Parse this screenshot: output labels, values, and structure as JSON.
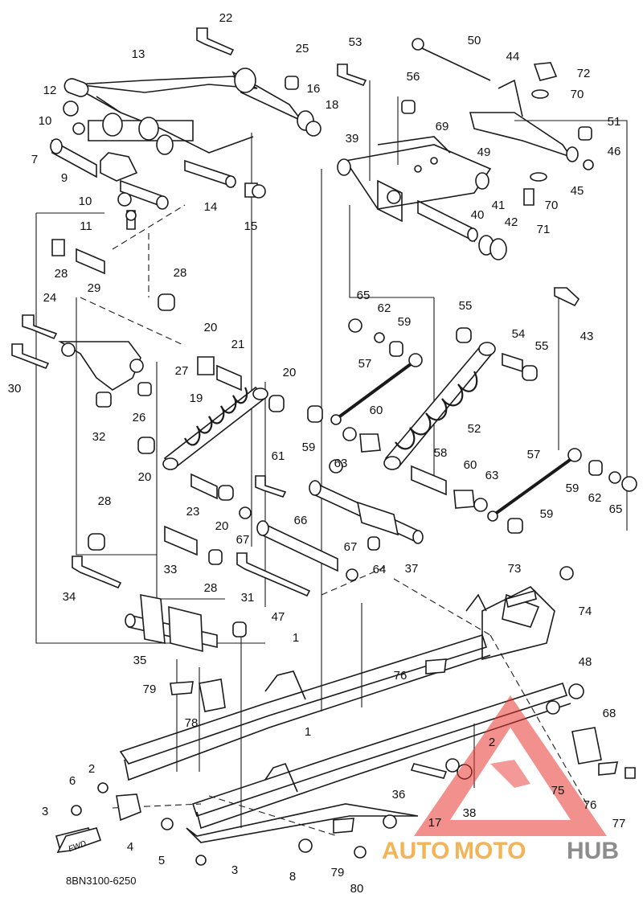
{
  "diagram_code": "8BN3100-6250",
  "brand": {
    "part1": "AUTO",
    "part2": "MOTO",
    "part3": "HUB",
    "color_primary": "#f2a73b",
    "color_secondary": "#7a7a7a",
    "logo_color": "#e8342f"
  },
  "callouts": [
    {
      "id": "c22",
      "text": "22"
    },
    {
      "id": "c13",
      "text": "13"
    },
    {
      "id": "c25",
      "text": "25"
    },
    {
      "id": "c16",
      "text": "16"
    },
    {
      "id": "c18",
      "text": "18"
    },
    {
      "id": "c53",
      "text": "53"
    },
    {
      "id": "c56",
      "text": "56"
    },
    {
      "id": "c50",
      "text": "50"
    },
    {
      "id": "c44",
      "text": "44"
    },
    {
      "id": "c72",
      "text": "72"
    },
    {
      "id": "c70a",
      "text": "70"
    },
    {
      "id": "c69",
      "text": "69"
    },
    {
      "id": "c51",
      "text": "51"
    },
    {
      "id": "c46",
      "text": "46"
    },
    {
      "id": "c12",
      "text": "12"
    },
    {
      "id": "c10a",
      "text": "10"
    },
    {
      "id": "c7",
      "text": "7"
    },
    {
      "id": "c9",
      "text": "9"
    },
    {
      "id": "c14",
      "text": "14"
    },
    {
      "id": "c15",
      "text": "15"
    },
    {
      "id": "c10b",
      "text": "10"
    },
    {
      "id": "c11",
      "text": "11"
    },
    {
      "id": "c39",
      "text": "39"
    },
    {
      "id": "c49",
      "text": "49"
    },
    {
      "id": "c45",
      "text": "45"
    },
    {
      "id": "c70b",
      "text": "70"
    },
    {
      "id": "c40",
      "text": "40"
    },
    {
      "id": "c41",
      "text": "41"
    },
    {
      "id": "c42",
      "text": "42"
    },
    {
      "id": "c71",
      "text": "71"
    },
    {
      "id": "c28a",
      "text": "28"
    },
    {
      "id": "c29",
      "text": "29"
    },
    {
      "id": "c28b",
      "text": "28"
    },
    {
      "id": "c43",
      "text": "43"
    },
    {
      "id": "c24",
      "text": "24"
    },
    {
      "id": "c30",
      "text": "30"
    },
    {
      "id": "c27",
      "text": "27"
    },
    {
      "id": "c20a",
      "text": "20"
    },
    {
      "id": "c21",
      "text": "21"
    },
    {
      "id": "c65a",
      "text": "65"
    },
    {
      "id": "c62a",
      "text": "62"
    },
    {
      "id": "c59a",
      "text": "59"
    },
    {
      "id": "c55a",
      "text": "55"
    },
    {
      "id": "c54",
      "text": "54"
    },
    {
      "id": "c55b",
      "text": "55"
    },
    {
      "id": "c57a",
      "text": "57"
    },
    {
      "id": "c20b",
      "text": "20"
    },
    {
      "id": "c26",
      "text": "26"
    },
    {
      "id": "c32",
      "text": "32"
    },
    {
      "id": "c19",
      "text": "19"
    },
    {
      "id": "c59b",
      "text": "59"
    },
    {
      "id": "c60a",
      "text": "60"
    },
    {
      "id": "c52",
      "text": "52"
    },
    {
      "id": "c63a",
      "text": "63"
    },
    {
      "id": "c20c",
      "text": "20"
    },
    {
      "id": "c61",
      "text": "61"
    },
    {
      "id": "c58",
      "text": "58"
    },
    {
      "id": "c60b",
      "text": "60"
    },
    {
      "id": "c63b",
      "text": "63"
    },
    {
      "id": "c57b",
      "text": "57"
    },
    {
      "id": "c59c",
      "text": "59"
    },
    {
      "id": "c62b",
      "text": "62"
    },
    {
      "id": "c65b",
      "text": "65"
    },
    {
      "id": "c59d",
      "text": "59"
    },
    {
      "id": "c23",
      "text": "23"
    },
    {
      "id": "c20d",
      "text": "20"
    },
    {
      "id": "c28c",
      "text": "28"
    },
    {
      "id": "c66",
      "text": "66"
    },
    {
      "id": "c67a",
      "text": "67"
    },
    {
      "id": "c67b",
      "text": "67"
    },
    {
      "id": "c64",
      "text": "64"
    },
    {
      "id": "c37",
      "text": "37"
    },
    {
      "id": "c33",
      "text": "33"
    },
    {
      "id": "c28d",
      "text": "28"
    },
    {
      "id": "c34",
      "text": "34"
    },
    {
      "id": "c47",
      "text": "47"
    },
    {
      "id": "c31",
      "text": "31"
    },
    {
      "id": "c73",
      "text": "73"
    },
    {
      "id": "c74",
      "text": "74"
    },
    {
      "id": "c35",
      "text": "35"
    },
    {
      "id": "c1a",
      "text": "1"
    },
    {
      "id": "c76a",
      "text": "76"
    },
    {
      "id": "c48",
      "text": "48"
    },
    {
      "id": "c79a",
      "text": "79"
    },
    {
      "id": "c78",
      "text": "78"
    },
    {
      "id": "c68",
      "text": "68"
    },
    {
      "id": "c2a",
      "text": "2"
    },
    {
      "id": "c1b",
      "text": "1"
    },
    {
      "id": "c2b",
      "text": "2"
    },
    {
      "id": "c75",
      "text": "75"
    },
    {
      "id": "c6",
      "text": "6"
    },
    {
      "id": "c36",
      "text": "36"
    },
    {
      "id": "c76b",
      "text": "76"
    },
    {
      "id": "c77",
      "text": "77"
    },
    {
      "id": "c3a",
      "text": "3"
    },
    {
      "id": "c17",
      "text": "17"
    },
    {
      "id": "c38",
      "text": "38"
    },
    {
      "id": "c4",
      "text": "4"
    },
    {
      "id": "c5",
      "text": "5"
    },
    {
      "id": "c8",
      "text": "8"
    },
    {
      "id": "c79b",
      "text": "79"
    },
    {
      "id": "c80",
      "text": "80"
    },
    {
      "id": "c3b",
      "text": "3"
    }
  ],
  "fwd_label": "FWD"
}
